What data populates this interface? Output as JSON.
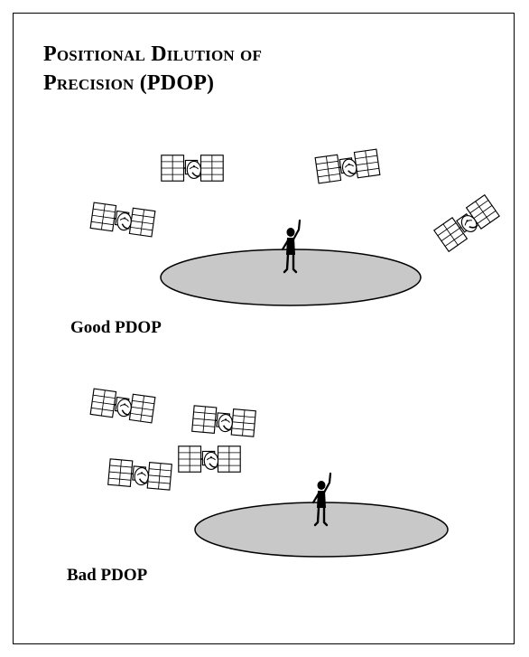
{
  "title": {
    "line1": "Positional Dilution of",
    "line2": "Precision (PDOP)"
  },
  "labels": {
    "good": "Good PDOP",
    "bad": "Bad PDOP"
  },
  "colors": {
    "ground": "#c8c8c8",
    "outline": "#000000",
    "background": "#ffffff"
  },
  "icons": [
    "satellite-icon",
    "person-icon",
    "ground-disc"
  ]
}
